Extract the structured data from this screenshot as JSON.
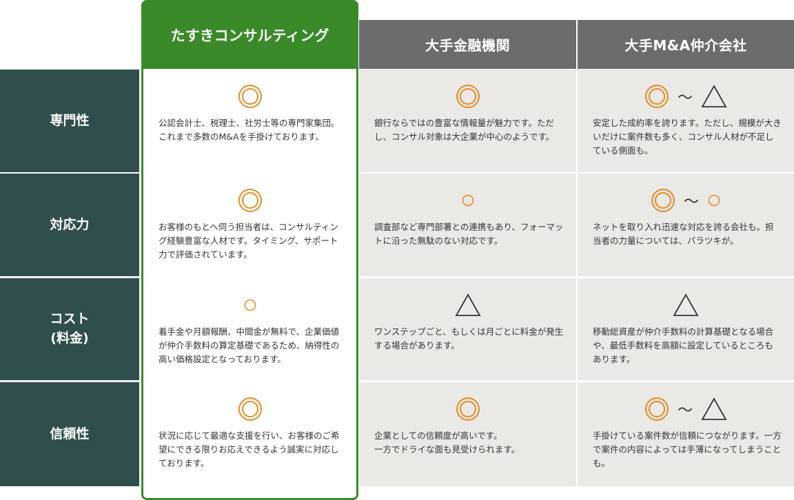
{
  "headers": {
    "tasuki": "たすきコンサルティング",
    "bank": "大手金融機関",
    "ma": "大手M&A仲介会社"
  },
  "symbol_color": "#e8891e",
  "rows": [
    {
      "label": "専門性",
      "tasuki": {
        "symbols": [
          "double-circle"
        ],
        "text": "公認会計士、税理士、社労士等の専門家集団。これまで多数のM&Aを手掛けております。"
      },
      "bank": {
        "symbols": [
          "double-circle"
        ],
        "text": "銀行ならではの豊富な情報量が魅力です。ただし、コンサル対象は大企業が中心のようです。"
      },
      "ma": {
        "symbols": [
          "double-circle",
          "tilde",
          "triangle"
        ],
        "text": "安定した成約率を誇ります。ただし、規模が大きいだけに案件数も多く、コンサル人材が不足している側面も。"
      }
    },
    {
      "label": "対応力",
      "tasuki": {
        "symbols": [
          "double-circle"
        ],
        "text": "お客様のもとへ伺う担当者は、コンサルティング経験豊富な人材です。タイミング、サポート力で評価されています。"
      },
      "bank": {
        "symbols": [
          "circle"
        ],
        "text": "調査部など専門部署との連携もあり、フォーマットに沿った無駄のない対応です。"
      },
      "ma": {
        "symbols": [
          "double-circle",
          "tilde",
          "circle"
        ],
        "text": "ネットを取り入れ迅速な対応を誇る会社も。担当者の力量については、バラツキが。"
      }
    },
    {
      "label": "コスト\n(料金)",
      "tasuki": {
        "symbols": [
          "circle"
        ],
        "text": "着手金や月額報酬、中間金が無料で、企業価値が仲介手数料の算定基礎であるため、納得性の高い価格設定となっております。"
      },
      "bank": {
        "symbols": [
          "triangle"
        ],
        "text": "ワンステップごと、もしくは月ごとに料金が発生する場合があります。"
      },
      "ma": {
        "symbols": [
          "triangle"
        ],
        "text": "移動総資産が仲介手数料の計算基礎となる場合や、最低手数料を高額に設定しているところもあります。"
      }
    },
    {
      "label": "信頼性",
      "tasuki": {
        "symbols": [
          "double-circle"
        ],
        "text": "状況に応じて最適な支援を行い、お客様のご希望にできる限りお応えできるよう誠実に対応しております。"
      },
      "bank": {
        "symbols": [
          "double-circle"
        ],
        "text": "企業としての信頼度が高いです。\n一方でドライな面も見受けられます。"
      },
      "ma": {
        "symbols": [
          "double-circle",
          "tilde",
          "triangle"
        ],
        "text": "手掛けている案件数が信頼につながります。一方で案件の内容によっては手薄になってしまうことも。"
      }
    }
  ]
}
